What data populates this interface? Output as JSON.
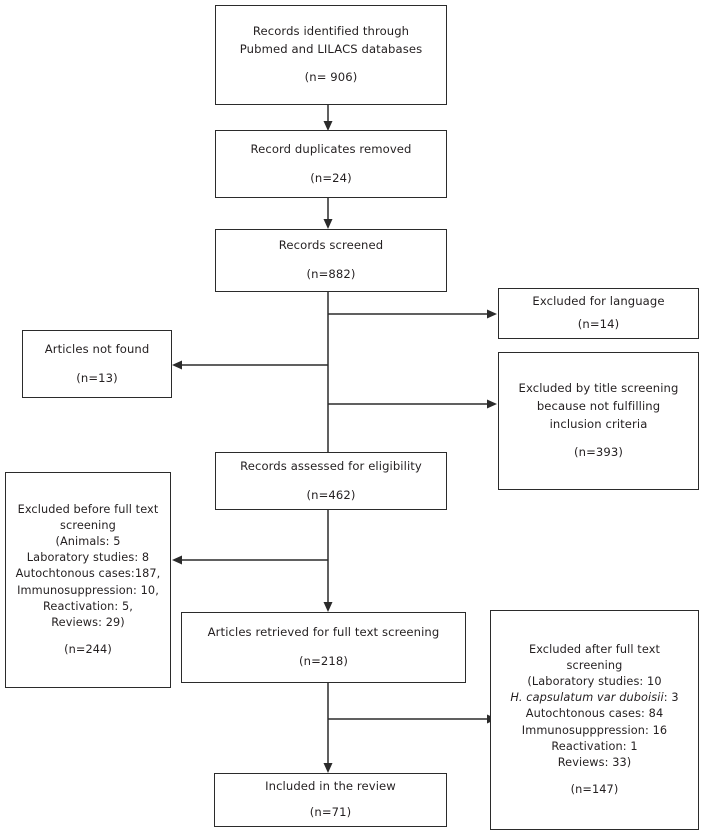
{
  "diagram": {
    "title": "PRISMA study selection flow diagram",
    "type": "flowchart",
    "stroke_color": "#2b2b2b",
    "background_color": "#ffffff"
  },
  "nodes": {
    "identified": {
      "line1": "Records identified through",
      "line2": "Pubmed and LILACS databases",
      "count": "(n= 906)"
    },
    "duplicates": {
      "line1": "Record duplicates removed",
      "count": "(n=24)"
    },
    "screened": {
      "line1": "Records screened",
      "count": "(n=882)"
    },
    "excluded_language": {
      "line1": "Excluded for language",
      "count": "(n=14)"
    },
    "excluded_title": {
      "line1": "Excluded by title screening",
      "line2": "because not fulfilling",
      "line3": "inclusion criteria",
      "count": "(n=393)"
    },
    "not_found": {
      "line1": "Articles not found",
      "count": "(n=13)"
    },
    "eligibility": {
      "line1": "Records assessed for eligibility",
      "count": "(n=462)"
    },
    "excluded_before_fulltext": {
      "line1": "Excluded before full text",
      "line2": "screening",
      "line3": "(Animals: 5",
      "line4": "Laboratory studies: 8",
      "line5": "Autochtonous cases:187,",
      "line6": "Immunosuppression: 10,",
      "line7": "Reactivation: 5,",
      "line8": "Reviews: 29)",
      "count": "(n=244)"
    },
    "retrieved": {
      "line1": "Articles retrieved for full text screening",
      "count": "(n=218)"
    },
    "excluded_after_fulltext": {
      "line1": "Excluded after full text",
      "line2": "screening",
      "line3": "(Laboratory studies: 10",
      "line4_italic": "H. capsulatum var duboisii",
      "line4_rest": ": 3",
      "line5": "Autochtonous cases: 84",
      "line6": "Immunosupppression: 16",
      "line7": "Reactivation: 1",
      "line8": "Reviews: 33)",
      "count": "(n=147)"
    },
    "included": {
      "line1": "Included in the review",
      "count": "(n=71)"
    }
  }
}
